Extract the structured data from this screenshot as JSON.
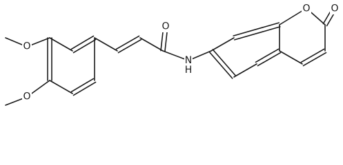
{
  "molecule": {
    "atoms": [
      {
        "id": "O_meo1",
        "label": "O"
      },
      {
        "id": "O_meo2",
        "label": "O"
      },
      {
        "id": "O_carbonyl",
        "label": "O"
      },
      {
        "id": "N_amide",
        "label": "N"
      },
      {
        "id": "H_amide",
        "label": "H"
      },
      {
        "id": "O_ring",
        "label": "O"
      },
      {
        "id": "O_lactone",
        "label": "O"
      }
    ]
  }
}
